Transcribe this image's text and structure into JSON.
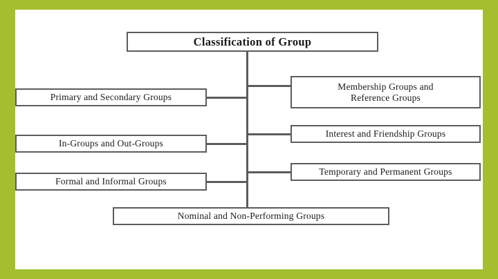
{
  "diagram": {
    "title_node": {
      "label": "Classification of Group"
    },
    "branches_left": [
      {
        "label": "Primary and Secondary Groups",
        "name": "node-primary-secondary-groups"
      },
      {
        "label": "In-Groups and Out-Groups",
        "name": "node-in-groups-out-groups"
      },
      {
        "label": "Formal and Informal Groups",
        "name": "node-formal-informal-groups"
      }
    ],
    "branches_right": [
      {
        "label": "Membership Groups and\nReference Groups",
        "name": "node-membership-reference-groups"
      },
      {
        "label": "Interest and Friendship Groups",
        "name": "node-interest-friendship-groups"
      },
      {
        "label": "Temporary and Permanent Groups",
        "name": "node-temporary-permanent-groups"
      }
    ],
    "branch_bottom": {
      "label": "Nominal and Non-Performing Groups",
      "name": "node-nominal-non-performing-groups"
    },
    "colors": {
      "frame": "#a3bf2f",
      "box_border": "#5c5c5c",
      "connector": "#5c5c5c",
      "background": "#ffffff",
      "text": "#1a1a1a"
    }
  }
}
